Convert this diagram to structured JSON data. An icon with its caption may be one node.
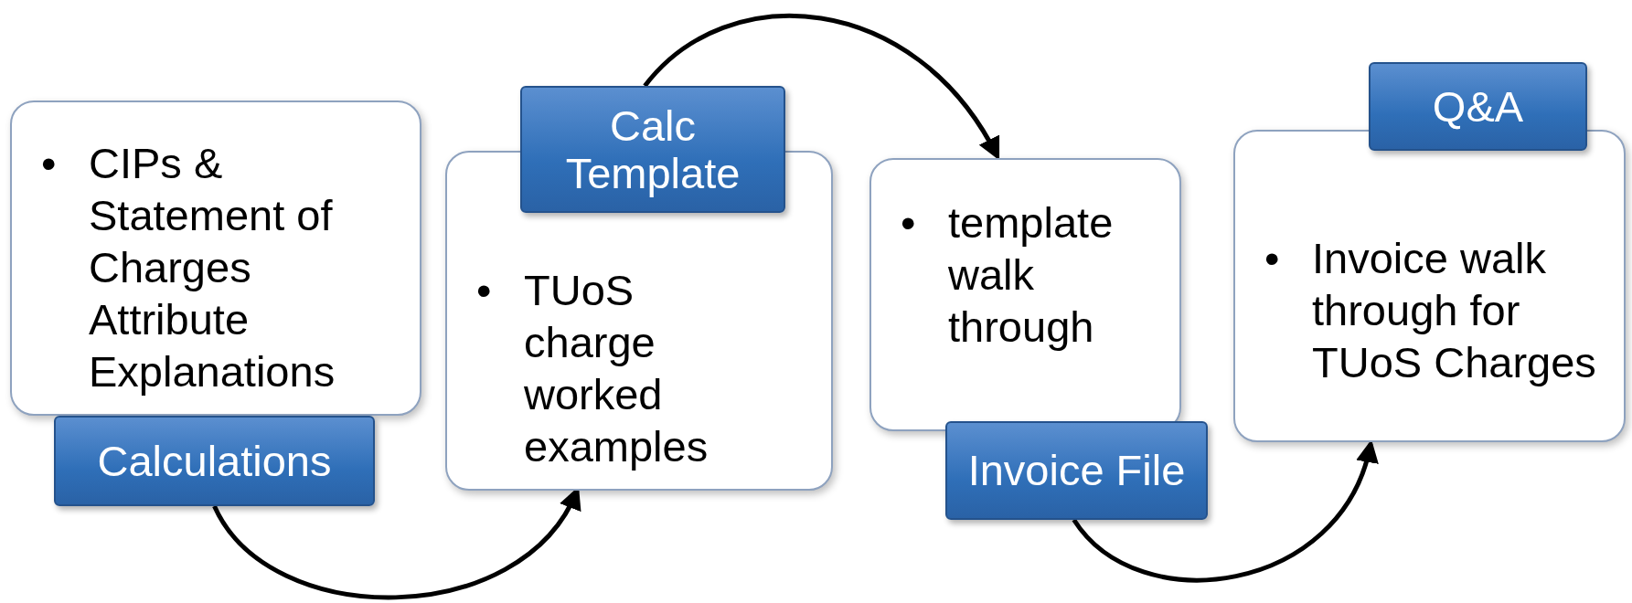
{
  "diagram": {
    "nodes": [
      {
        "text": [
          "CIPs & Statement of Charges Attribute Explanations"
        ]
      },
      {
        "text": [
          "Calculations"
        ]
      },
      {
        "text": [
          "Calc Template"
        ]
      },
      {
        "text": [
          "TUoS charge worked examples"
        ]
      },
      {
        "text": [
          "template walk through"
        ]
      },
      {
        "text": [
          "Invoice File"
        ]
      },
      {
        "text": [
          "Q&A"
        ]
      },
      {
        "text": [
          "Invoice walk through for TUoS Charges"
        ]
      }
    ],
    "edges": [
      {
        "from": 1,
        "to": 3,
        "arrow": "to"
      },
      {
        "from": 2,
        "to": 4,
        "arrow": "to"
      },
      {
        "from": 5,
        "to": 7,
        "arrow": "to"
      }
    ],
    "labels": [
      "•",
      "•",
      "•",
      "•"
    ]
  }
}
